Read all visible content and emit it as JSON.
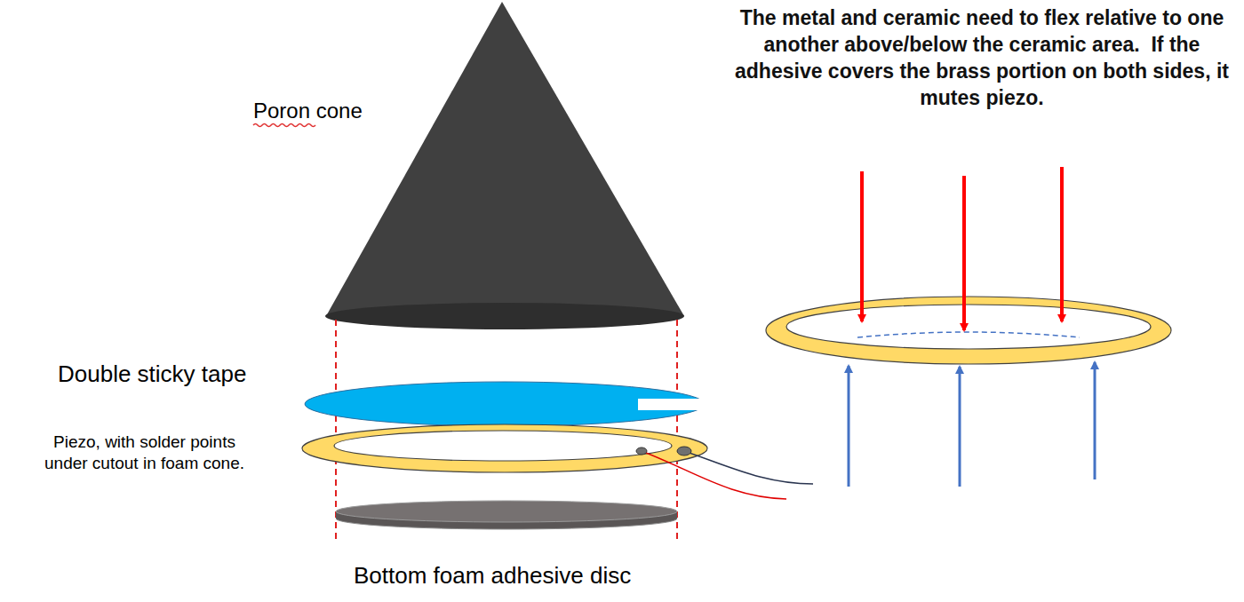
{
  "diagram": {
    "labels": [
      "Poron cone",
      "Double sticky tape",
      "Piezo, with solder points under cutout in foam cone.",
      "Bottom foam adhesive disc",
      "The metal and ceramic need to flex relative to one another above/below the ceramic area.  If the adhesive covers the brass portion on both sides, it mutes piezo."
    ]
  }
}
